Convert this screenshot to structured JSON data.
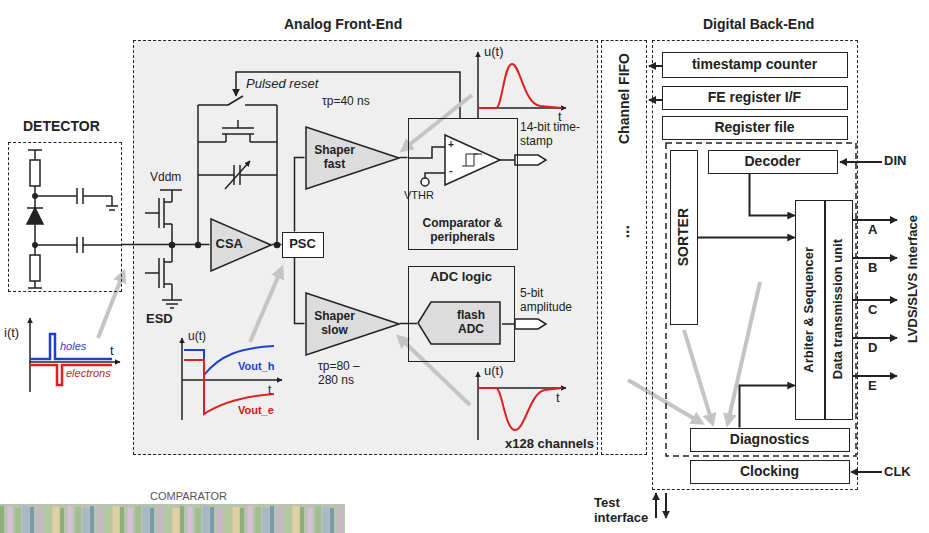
{
  "diagram": {
    "nodes": [
      {
        "text": [
          "DETECTOR"
        ]
      },
      {
        "text": [
          "Analog Front-End"
        ]
      },
      {
        "text": [
          "CSA"
        ],
        "in": 1
      },
      {
        "text": [
          "PSC"
        ],
        "in": 1
      },
      {
        "text": [
          "Shaper fast"
        ],
        "in": 1
      },
      {
        "text": [
          "Comparator & peripherals"
        ],
        "in": 1
      },
      {
        "text": [
          "ADC logic"
        ],
        "in": 1
      },
      {
        "text": [
          "flash ADC"
        ],
        "in": 6
      },
      {
        "text": [
          "Shaper slow"
        ],
        "in": 1
      },
      {
        "text": [
          "Channel FIFO"
        ]
      },
      {
        "text": [
          "Digital Back-End"
        ]
      },
      {
        "text": [
          "timestamp counter"
        ],
        "in": 10
      },
      {
        "text": [
          "FE register I/F"
        ],
        "in": 10
      },
      {
        "text": [
          "Register file"
        ],
        "in": 10
      },
      {
        "text": [
          "SORTER"
        ],
        "in": 10
      },
      {
        "text": [
          "Decoder"
        ],
        "in": 10
      },
      {
        "text": [
          "Arbiter & Sequencer"
        ],
        "in": 10
      },
      {
        "text": [
          "Data transmission unit"
        ],
        "in": 10
      },
      {
        "text": [
          "Diagnostics"
        ],
        "in": 10
      },
      {
        "text": [
          "Clocking"
        ],
        "in": 10
      }
    ],
    "edges": [
      {
        "from": 0,
        "to": 2,
        "arrow": "none"
      },
      {
        "from": 2,
        "to": 3,
        "arrow": "none"
      },
      {
        "from": 3,
        "to": 4,
        "arrow": "none"
      },
      {
        "from": 3,
        "to": 8,
        "arrow": "none"
      },
      {
        "from": 4,
        "to": 5,
        "arrow": "none"
      },
      {
        "from": 8,
        "to": 7,
        "arrow": "none"
      },
      {
        "from": 14,
        "to": 16,
        "arrow": "to"
      },
      {
        "from": 15,
        "to": 16,
        "arrow": "to"
      },
      {
        "from": 18,
        "to": 16,
        "arrow": "to"
      }
    ],
    "labels": [
      "Pulsed reset",
      "τp=40 ns",
      "u(t)",
      "t",
      "VTHR",
      "14-bit time-stamp",
      "5-bit amplitude",
      "τp=80 – 280 ns",
      "u(t)",
      "t",
      "Vddm",
      "ESD",
      "i(t)",
      "t",
      "holes",
      "electrons",
      "u(t)",
      "t",
      "Vout_h",
      "Vout_e",
      "x128 channels",
      "...",
      "DIN",
      "A",
      "B",
      "C",
      "D",
      "E",
      "LVDS/SLVS Interface",
      "CLK",
      "Test interface",
      "COMPARATOR",
      "+",
      "-"
    ]
  }
}
